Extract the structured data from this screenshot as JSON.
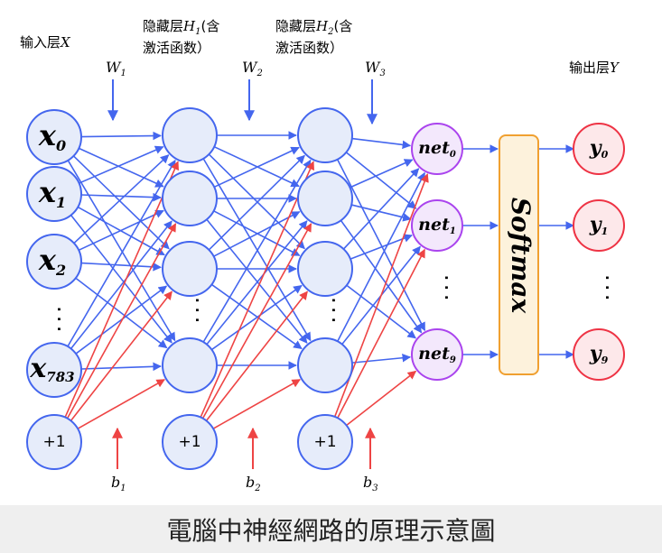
{
  "labels": {
    "input_title": "输入层",
    "input_var": "X",
    "h1_line1_prefix": "隐藏层",
    "h1_var": "H",
    "h1_sub": "1",
    "h1_line1_suffix": "(含",
    "h1_line2": "激活函数）",
    "h2_line1_prefix": "隐藏层",
    "h2_var": "H",
    "h2_sub": "2",
    "h2_line1_suffix": "(含",
    "h2_line2": "激活函数）",
    "output_title": "输出层",
    "output_var": "Y"
  },
  "weights": [
    {
      "name": "W",
      "sub": "1"
    },
    {
      "name": "W",
      "sub": "2"
    },
    {
      "name": "W",
      "sub": "3"
    }
  ],
  "biases": [
    {
      "name": "b",
      "sub": "1"
    },
    {
      "name": "b",
      "sub": "2"
    },
    {
      "name": "b",
      "sub": "3"
    }
  ],
  "input_nodes": [
    {
      "name": "x",
      "sub": "0"
    },
    {
      "name": "x",
      "sub": "1"
    },
    {
      "name": "x",
      "sub": "2"
    },
    {
      "name": "x",
      "sub": "783"
    }
  ],
  "bias_node_label": "+1",
  "net_nodes": [
    {
      "name": "net",
      "sub": "0"
    },
    {
      "name": "net",
      "sub": "1"
    },
    {
      "name": "net",
      "sub": "9"
    }
  ],
  "softmax_label": "Softmax",
  "output_nodes": [
    {
      "name": "y",
      "sub": "0"
    },
    {
      "name": "y",
      "sub": "1"
    },
    {
      "name": "y",
      "sub": "9"
    }
  ],
  "ellipsis": "·  ·  ·",
  "caption": "電腦中神經網路的原理示意圖",
  "colors": {
    "blue": "#4466ee",
    "red": "#ee4444",
    "node_fill": "#e6ecfa",
    "net_stroke": "#aa44ee",
    "net_fill": "#f3e8fc",
    "softmax_fill": "#fdf2dc",
    "softmax_stroke": "#f0a030",
    "out_stroke": "#ee3344",
    "out_fill": "#fde8ea"
  }
}
